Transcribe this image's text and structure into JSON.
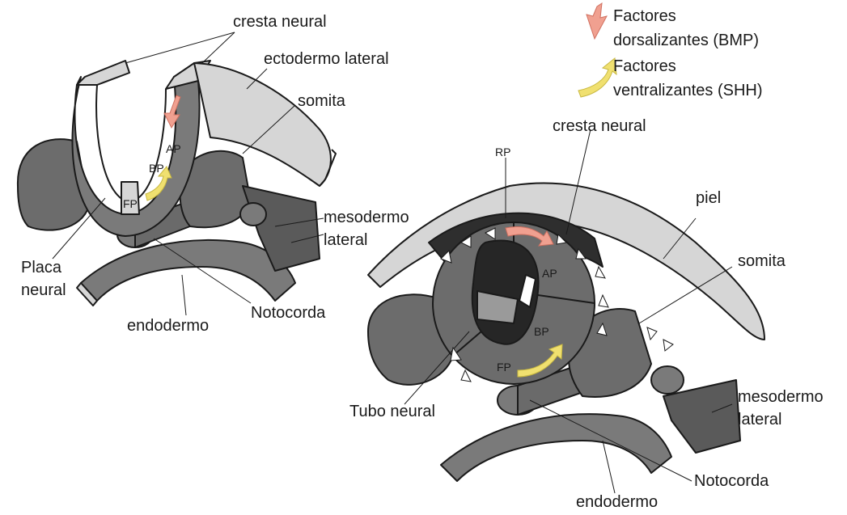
{
  "legend": {
    "dorsal_line1": "Factores",
    "dorsal_line2": "dorsalizantes (BMP)",
    "ventral_line1": "Factores",
    "ventral_line2": "ventralizantes (SHH)",
    "dorsal_color": "#f0a090",
    "ventral_color": "#f0e070"
  },
  "left_diagram": {
    "cresta_neural": "cresta neural",
    "ectodermo_lateral": "ectodermo lateral",
    "somita": "somita",
    "mesodermo_lateral_1": "mesodermo",
    "mesodermo_lateral_2": "lateral",
    "placa_neural_1": "Placa",
    "placa_neural_2": "neural",
    "endodermo": "endodermo",
    "notocorda": "Notocorda",
    "ap": "AP",
    "bp": "BP",
    "fp": "FP"
  },
  "right_diagram": {
    "cresta_neural": "cresta neural",
    "piel": "piel",
    "somita": "somita",
    "mesodermo_lateral_1": "mesodermo",
    "mesodermo_lateral_2": "lateral",
    "tubo_neural": "Tubo neural",
    "notocorda": "Notocorda",
    "endodermo": "endodermo",
    "rp": "RP",
    "ap": "AP",
    "bp": "BP",
    "fp": "FP"
  },
  "colors": {
    "tissue_dark": "#555555",
    "tissue_mid": "#7a7a7a",
    "tissue_light": "#d6d6d6",
    "outline": "#1a1a1a"
  }
}
